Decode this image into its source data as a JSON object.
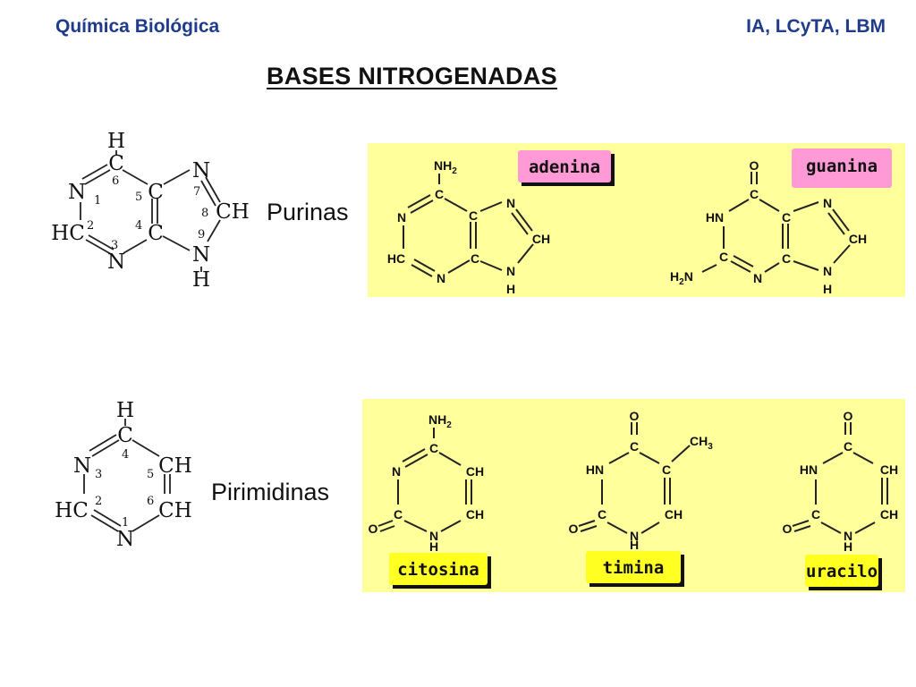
{
  "header": {
    "left": "Química Biológica",
    "right": "IA, LCyTA, LBM"
  },
  "title": "BASES NITROGENADAS",
  "purine_skeleton": {
    "atoms": {
      "h_top": "H",
      "c6": "C",
      "n1": "N",
      "hc2": "HC",
      "n3": "N",
      "c4": "C",
      "c5": "C",
      "n7": "N",
      "ch8": "CH",
      "n9": "N",
      "h_bottom": "H"
    },
    "numbers": {
      "n1": "1",
      "n2": "2",
      "n3": "3",
      "n4": "4",
      "n5": "5",
      "n6": "6",
      "n7": "7",
      "n8": "8",
      "n9": "9"
    }
  },
  "purines_label": "Purinas",
  "pyrimidine_skeleton": {
    "atoms": {
      "h_top": "H",
      "c4": "C",
      "n3": "N",
      "ch5": "CH",
      "hc2": "HC",
      "ch6": "CH",
      "n1": "N"
    },
    "numbers": {
      "n1": "1",
      "n2": "2",
      "n3": "3",
      "n4": "4",
      "n5": "5",
      "n6": "6"
    }
  },
  "pyrimidines_label": "Pirimidinas",
  "adenine": {
    "name": "adenina",
    "atoms": {
      "nh2": "NH",
      "nh2_sub": "2",
      "c6": "C",
      "n1": "N",
      "c5": "C",
      "n7": "N",
      "ch8": "CH",
      "hc2": "HC",
      "c4": "C",
      "n3": "N",
      "n9": "N",
      "h9": "H"
    }
  },
  "guanine": {
    "name": "guanina",
    "atoms": {
      "o": "O",
      "c6": "C",
      "hn1": "HN",
      "c5": "C",
      "n7": "N",
      "ch8": "CH",
      "c2": "C",
      "c4": "C",
      "h2n": "H",
      "h2n_sub": "2",
      "h2n_n": "N",
      "n3": "N",
      "n9": "N",
      "h9": "H"
    }
  },
  "cytosine": {
    "name": "citosina",
    "atoms": {
      "nh2": "NH",
      "nh2_sub": "2",
      "c4": "C",
      "n3": "N",
      "ch5": "CH",
      "ch6": "CH",
      "c2": "C",
      "o": "O",
      "n1": "N",
      "h1": "H"
    }
  },
  "thymine": {
    "name": "timina",
    "atoms": {
      "o4": "O",
      "c4": "C",
      "ch3": "CH",
      "ch3_sub": "3",
      "hn3": "HN",
      "c5": "C",
      "c2": "C",
      "o2": "O",
      "ch6": "CH",
      "n1": "N",
      "h1": "H"
    }
  },
  "uracil": {
    "name": "uracilo",
    "atoms": {
      "o4": "O",
      "c4": "C",
      "hn3": "HN",
      "ch5": "CH",
      "c2": "C",
      "o2": "O",
      "ch6": "CH",
      "n1": "N",
      "h1": "H"
    }
  },
  "colors": {
    "header": "#1f3c8c",
    "panel": "#ffff9c",
    "purine_tag": "#ff9ad6",
    "pyrimidine_tag": "#ffff22"
  }
}
